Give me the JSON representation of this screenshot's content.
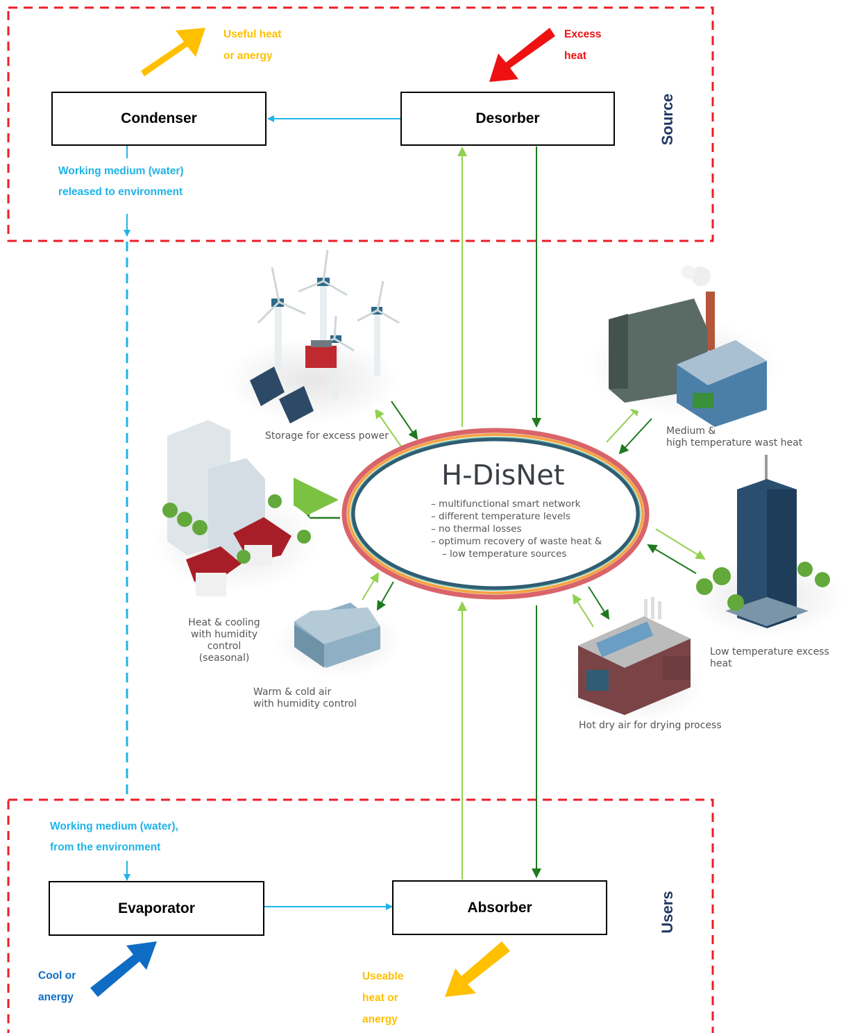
{
  "source": {
    "zone_label": "Source",
    "condenser_label": "Condenser",
    "desorber_label": "Desorber",
    "useful_heat_line1": "Useful heat",
    "useful_heat_line2": "or anergy",
    "excess_heat_line1": "Excess",
    "excess_heat_line2": "heat",
    "release_line1": "Working medium (water)",
    "release_line2": "released to environment"
  },
  "users": {
    "zone_label": "Users",
    "evaporator_label": "Evaporator",
    "absorber_label": "Absorber",
    "intake_line1": "Working medium (water),",
    "intake_line2": "from the environment",
    "cool_line1": "Cool or",
    "cool_line2": "anergy",
    "useable_line1": "Useable",
    "useable_line2": "heat or",
    "useable_line3": "anergy"
  },
  "hub": {
    "title": "H-DisNet",
    "bullets": [
      "multifunctional smart network",
      "different temperature levels",
      "no thermal losses",
      "optimum recovery of waste heat &",
      "low temperature sources"
    ]
  },
  "nodes": {
    "storage": "Storage for excess power",
    "medium_high_line1": "Medium &",
    "medium_high_line2": "high temperature wast heat",
    "low_temp": "Low temperature excess heat",
    "hot_dry": "Hot dry air for drying process",
    "warm_cold_line1": "Warm & cold air",
    "warm_cold_line2": "with humidity control",
    "heat_cool_line1": "Heat & cooling",
    "heat_cool_line2": "with humidity control",
    "heat_cool_line3": "(seasonal)"
  },
  "colors": {
    "zone_border": "#ee1c25",
    "water_flow": "#1fb3e8",
    "useful_heat": "#ffc000",
    "excess_heat": "#ee1111",
    "cool": "#0e6cc4",
    "flow_light_green": "#92d050",
    "flow_dark_green": "#1e7a1e",
    "zone_text": "#1f3864"
  },
  "icons": [
    "wind-turbine-icon",
    "factory-icon",
    "skyscraper-icon",
    "drying-plant-icon",
    "greenhouse-icon",
    "houses-icon",
    "play-icon"
  ]
}
